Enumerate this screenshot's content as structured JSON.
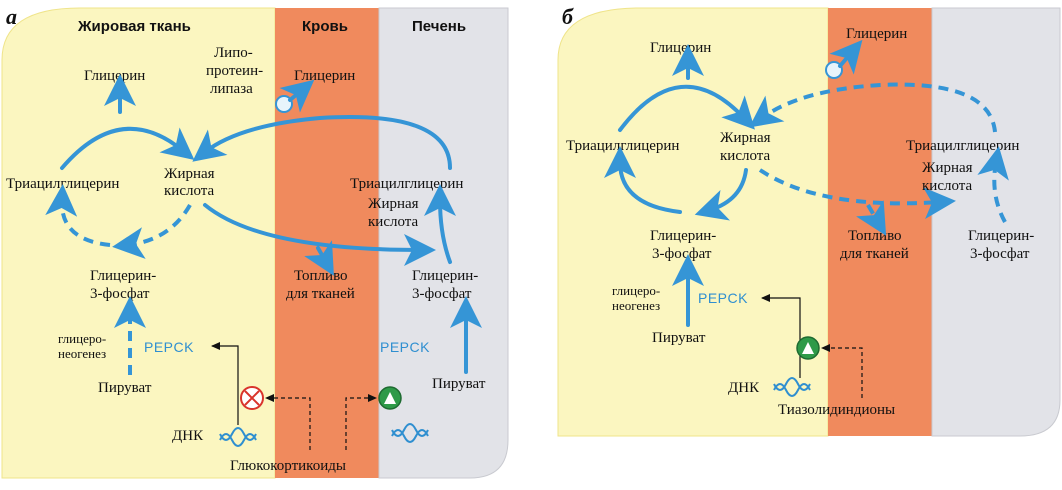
{
  "panel_a": {
    "letter": "а",
    "regions": {
      "adipose": "Жировая ткань",
      "blood": "Кровь",
      "liver": "Печень"
    },
    "adipose": {
      "glycerol": "Глицерин",
      "triacylglycerol": "Триацилглицерин",
      "fatty_acid_1": "Жирная",
      "fatty_acid_2": "кислота",
      "g3p_1": "Глицерин-",
      "g3p_2": "3-фосфат",
      "glyceroneo_1": "глицеро-",
      "glyceroneo_2": "неогенез",
      "pepck": "PEPCK",
      "pyruvate": "Пируват",
      "dna": "ДНК"
    },
    "blood": {
      "lpl_1": "Липо-",
      "lpl_2": "протеин-",
      "lpl_3": "липаза",
      "glycerol": "Глицерин",
      "fuel_1": "Топливо",
      "fuel_2": "для тканей"
    },
    "liver": {
      "triacylglycerol": "Триацилглицерин",
      "fatty_acid_1": "Жирная",
      "fatty_acid_2": "кислота",
      "g3p_1": "Глицерин-",
      "g3p_2": "3-фосфат",
      "pepck": "PEPCK",
      "pyruvate": "Пируват"
    },
    "hormone": "Глюкокортикоиды"
  },
  "panel_b": {
    "letter": "б",
    "adipose": {
      "glycerol": "Глицерин",
      "triacylglycerol": "Триацилглицерин",
      "fatty_acid_1": "Жирная",
      "fatty_acid_2": "кислота",
      "g3p_1": "Глицерин-",
      "g3p_2": "3-фосфат",
      "glyceroneo_1": "глицеро-",
      "glyceroneo_2": "неогенез",
      "pepck": "PEPCK",
      "pyruvate": "Пируват",
      "dna": "ДНК"
    },
    "blood": {
      "glycerol": "Глицерин",
      "fuel_1": "Топливо",
      "fuel_2": "для тканей"
    },
    "liver": {
      "triacylglycerol": "Триацилглицерин",
      "fatty_acid_1": "Жирная",
      "fatty_acid_2": "кислота",
      "g3p_1": "Глицерин-",
      "g3p_2": "3-фосфат"
    },
    "drug": "Тиазолидиндионы"
  },
  "colors": {
    "adipose": "#fbf6c0",
    "blood": "#f08a5d",
    "liver": "#e2e3e8",
    "arrow": "#3595d6",
    "inhibit": "#d9342b",
    "activate": "#2e9a48"
  }
}
